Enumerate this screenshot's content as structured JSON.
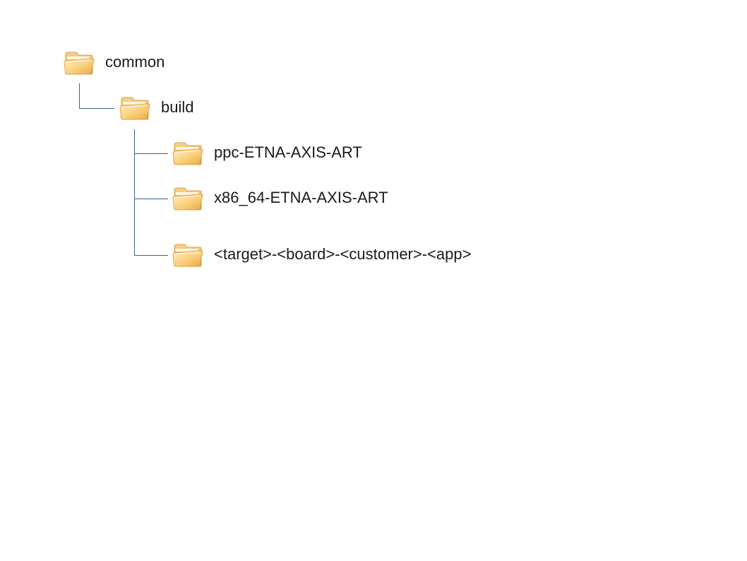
{
  "tree": {
    "root": {
      "label": "common",
      "icon": "folder-icon",
      "children": [
        {
          "label": "build",
          "icon": "folder-icon",
          "children": [
            {
              "label": "ppc-ETNA-AXIS-ART",
              "icon": "folder-icon"
            },
            {
              "label": "x86_64-ETNA-AXIS-ART",
              "icon": "folder-icon"
            },
            {
              "label": "<target>-<board>-<customer>-<app>",
              "icon": "folder-icon"
            }
          ]
        }
      ]
    }
  },
  "colors": {
    "connector": "#3f5f8f",
    "folder_light": "#ffe6a8",
    "folder_dark": "#f0b048",
    "label_text": "#1a1a1a"
  }
}
